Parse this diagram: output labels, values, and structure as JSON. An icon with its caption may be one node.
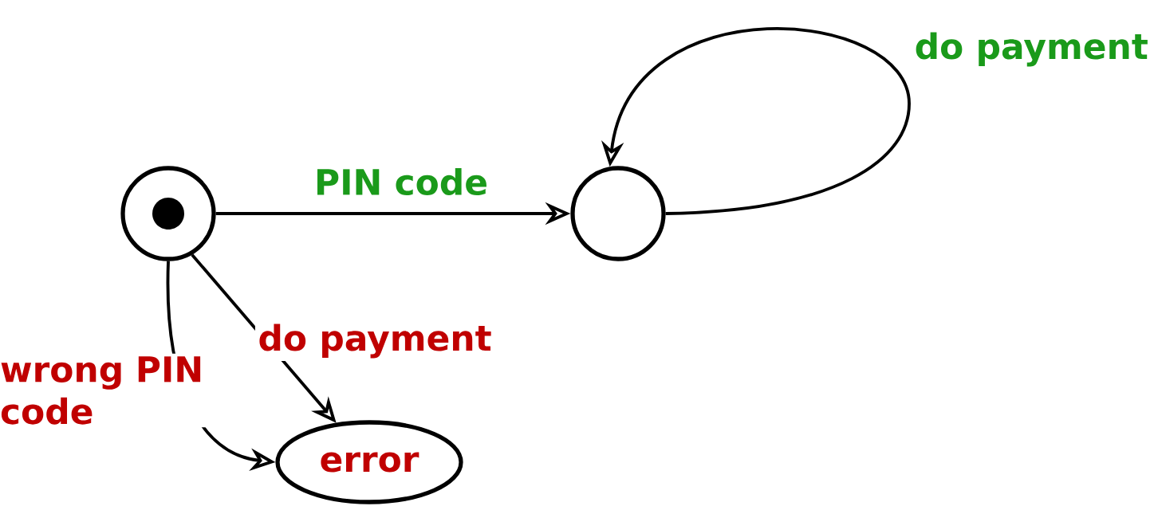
{
  "diagram": {
    "nodes": [
      {
        "text": [],
        "shape": "circle"
      },
      {
        "text": [],
        "shape": "circle"
      },
      {
        "text": [
          "error"
        ]
      }
    ],
    "edges": [
      {
        "from": 0,
        "to": 1,
        "arrow": "to",
        "label": "PIN code"
      },
      {
        "from": 1,
        "to": 1,
        "arrow": "to",
        "label": "do payment"
      },
      {
        "from": 0,
        "to": 2,
        "arrow": "to",
        "label": "do payment"
      },
      {
        "from": 0,
        "to": 2,
        "arrow": "to",
        "label": "wrong PIN code"
      }
    ]
  }
}
